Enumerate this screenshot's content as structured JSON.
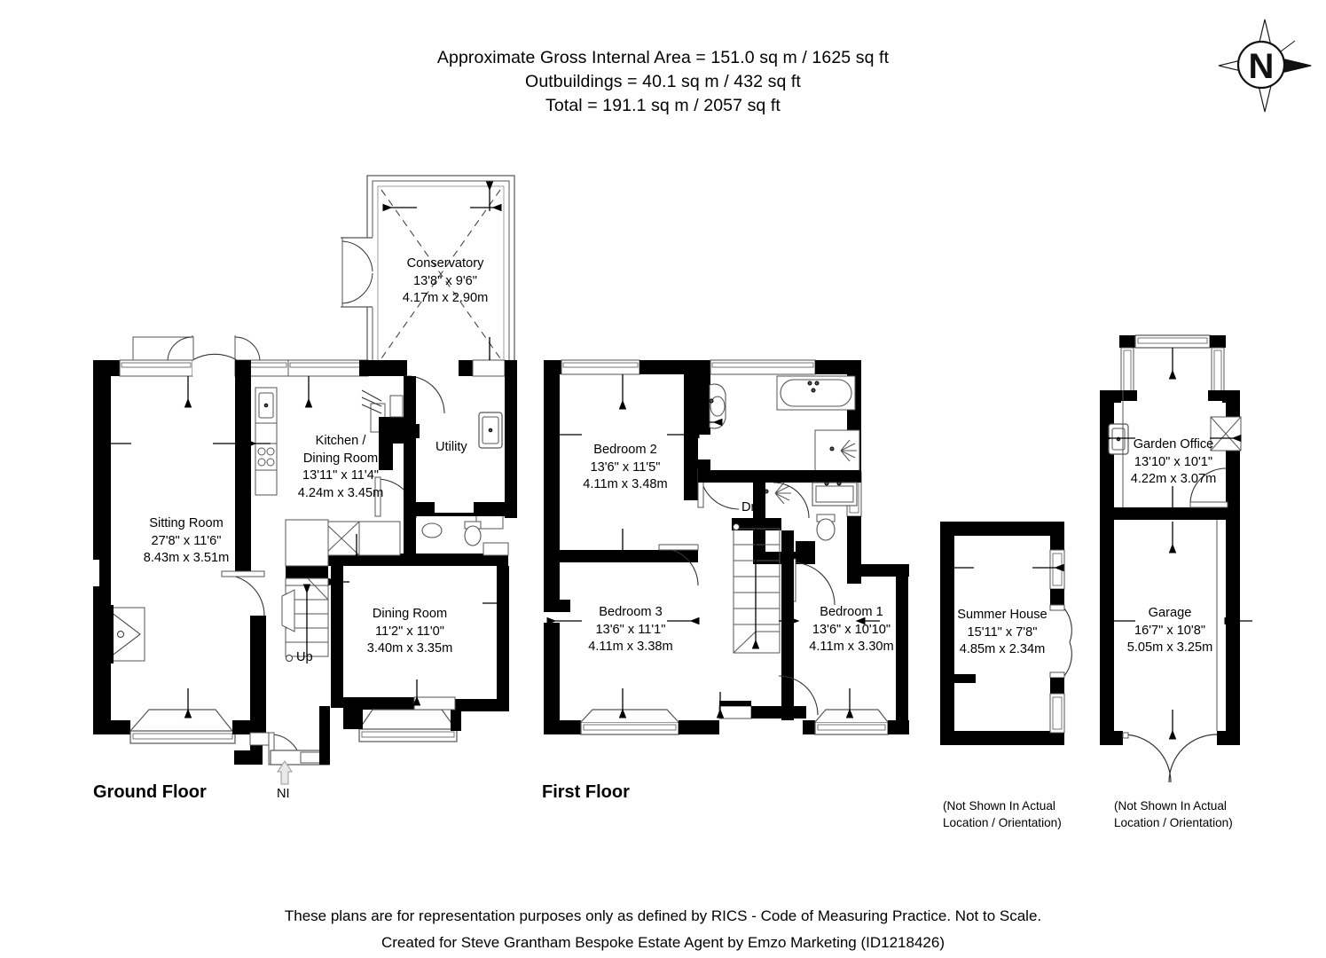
{
  "header": {
    "line1": "Approximate Gross Internal Area = 151.0 sq m / 1625 sq ft",
    "line2": "Outbuildings = 40.1 sq m / 432 sq ft",
    "line3": "Total = 191.1 sq m / 2057 sq ft"
  },
  "footer": {
    "line1": "These plans are for representation purposes only as defined by RICS - Code of Measuring Practice. Not to Scale.",
    "line2": "Created for Steve Grantham Bespoke Estate Agent by Emzo Marketing (ID1218426)"
  },
  "compass": {
    "label": "N"
  },
  "floors": {
    "ground": {
      "title": "Ground Floor"
    },
    "first": {
      "title": "First Floor"
    }
  },
  "stairs": {
    "up_label": "Up",
    "down_label": "Dn"
  },
  "entry": {
    "ni_label": "NI"
  },
  "notes": {
    "summer_house": {
      "line1": "(Not Shown In Actual",
      "line2": "Location / Orientation)"
    },
    "garage": {
      "line1": "(Not Shown In Actual",
      "line2": "Location / Orientation)"
    }
  },
  "rooms": {
    "conservatory": {
      "name": "Conservatory",
      "imperial": "13'8\" x 9'6\"",
      "metric": "4.17m x 2.90m"
    },
    "kitchen_dining": {
      "name_line1": "Kitchen /",
      "name_line2": "Dining Room",
      "imperial": "13'11\" x 11'4\"",
      "metric": "4.24m x 3.45m"
    },
    "utility": {
      "name": "Utility"
    },
    "sitting_room": {
      "name": "Sitting Room",
      "imperial": "27'8\" x 11'6\"",
      "metric": "8.43m x 3.51m"
    },
    "dining_room": {
      "name": "Dining Room",
      "imperial": "11'2\" x 11'0\"",
      "metric": "3.40m x 3.35m"
    },
    "bedroom2": {
      "name": "Bedroom 2",
      "imperial": "13'6\" x 11'5\"",
      "metric": "4.11m x 3.48m"
    },
    "bedroom3": {
      "name": "Bedroom 3",
      "imperial": "13'6\" x 11'1\"",
      "metric": "4.11m x 3.38m"
    },
    "bedroom1": {
      "name": "Bedroom 1",
      "imperial": "13'6\" x 10'10\"",
      "metric": "4.11m x 3.30m"
    },
    "summer_house": {
      "name": "Summer House",
      "imperial": "15'11\" x 7'8\"",
      "metric": "4.85m x 2.34m"
    },
    "garden_office": {
      "name": "Garden Office",
      "imperial": "13'10\" x 10'1\"",
      "metric": "4.22m x 3.07m"
    },
    "garage": {
      "name": "Garage",
      "imperial": "16'7\" x 10'8\"",
      "metric": "5.05m x 3.25m"
    }
  },
  "colors": {
    "wall": "#000000",
    "background": "#ffffff",
    "line": "#5a5a5a"
  }
}
